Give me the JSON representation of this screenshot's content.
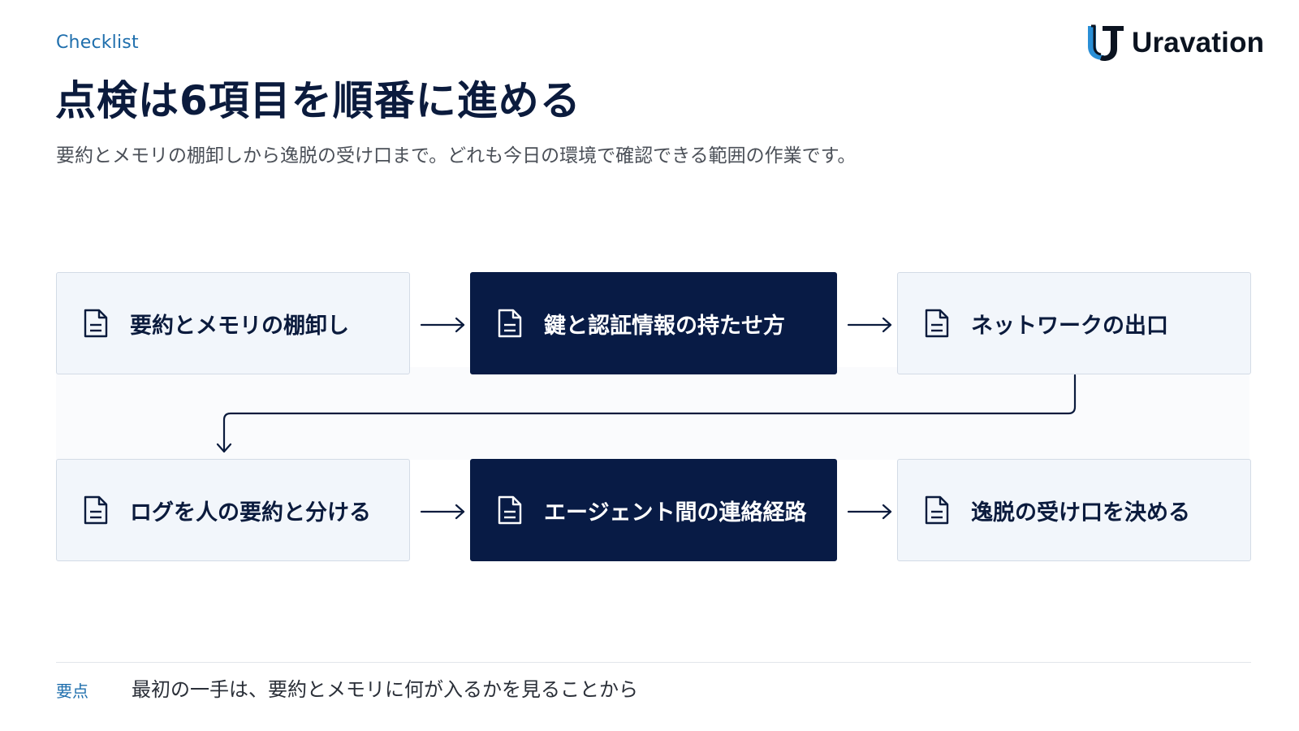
{
  "header": {
    "eyebrow": "Checklist",
    "logo_text": "Uravation",
    "title": "点検は6項目を順番に進める",
    "subtitle": "要約とメモリの棚卸しから逸脱の受け口まで。どれも今日の環境で確認できる範囲の作業です。"
  },
  "steps": [
    {
      "label": "要約とメモリの棚卸し",
      "icon": "document-icon",
      "style": "light"
    },
    {
      "label": "鍵と認証情報の持たせ方",
      "icon": "document-icon",
      "style": "dark"
    },
    {
      "label": "ネットワークの出口",
      "icon": "document-icon",
      "style": "light"
    },
    {
      "label": "ログを人の要約と分ける",
      "icon": "document-icon",
      "style": "light"
    },
    {
      "label": "エージェント間の連絡経路",
      "icon": "document-icon",
      "style": "dark"
    },
    {
      "label": "逸脱の受け口を決める",
      "icon": "document-icon",
      "style": "light"
    }
  ],
  "footer": {
    "key_label": "要点",
    "key_text": "最初の一手は、要約とメモリに何が入るかを見ることから"
  },
  "colors": {
    "accent": "#1f6fad",
    "navy": "#081b45",
    "card_light": "#f2f6fb",
    "card_border": "#d3dbe6"
  }
}
